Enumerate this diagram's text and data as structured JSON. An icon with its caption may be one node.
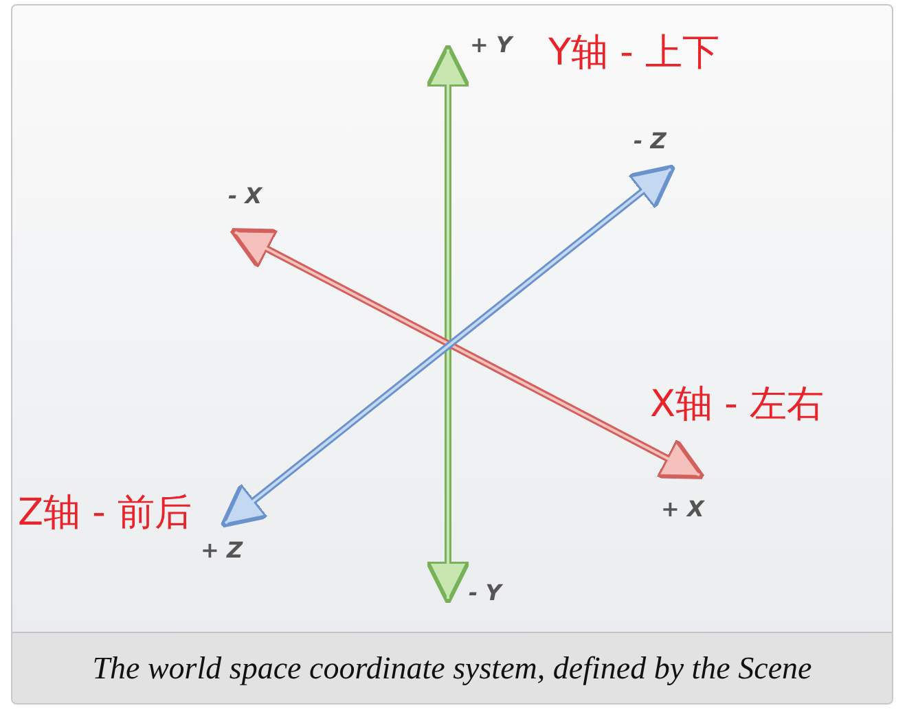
{
  "diagram": {
    "caption": "The world space coordinate system, defined by the Scene",
    "labels": [
      "+ Y",
      "Y轴 - 上下",
      "- Z",
      "- X",
      "X轴 - 左右",
      "Z轴 - 前后",
      "+ X",
      "+ Z",
      "- Y"
    ]
  }
}
